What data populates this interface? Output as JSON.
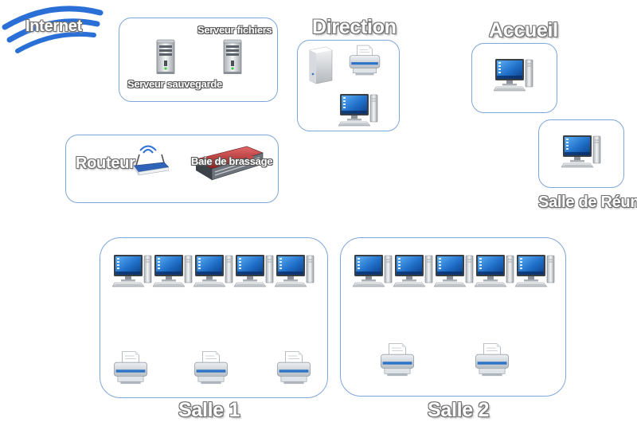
{
  "labels": {
    "internet": "Internet",
    "direction": "Direction",
    "accueil": "Accueil",
    "salle_reunion": "Salle de Réunion",
    "serveur_fichiers": "Serveur fichiers",
    "serveur_sauvegarde": "Serveur sauvegarde",
    "routeur": "Routeur",
    "baie_brassage": "Baie de brassage",
    "salle1": "Salle 1",
    "salle2": "Salle 2"
  },
  "colors": {
    "zone_border": "#7fa6d9",
    "internet_arcs": "#2a6fd6",
    "screen_blue": "#1f6fc9",
    "label_outline": "#6f6f6f"
  },
  "icons": {
    "computer": "desktop-computer-icon",
    "printer": "printer-icon",
    "server": "server-tower-icon",
    "router": "wifi-router-icon",
    "patch_panel": "patch-panel-icon",
    "nas": "nas-storage-icon",
    "internet": "internet-wifi-arcs-icon"
  },
  "counts": {
    "salle1_computers": 5,
    "salle1_printers": 3,
    "salle2_computers": 5,
    "salle2_printers": 2,
    "direction_computers": 1,
    "direction_printers": 1,
    "accueil_computers": 1,
    "salle_reunion_computers": 1
  }
}
